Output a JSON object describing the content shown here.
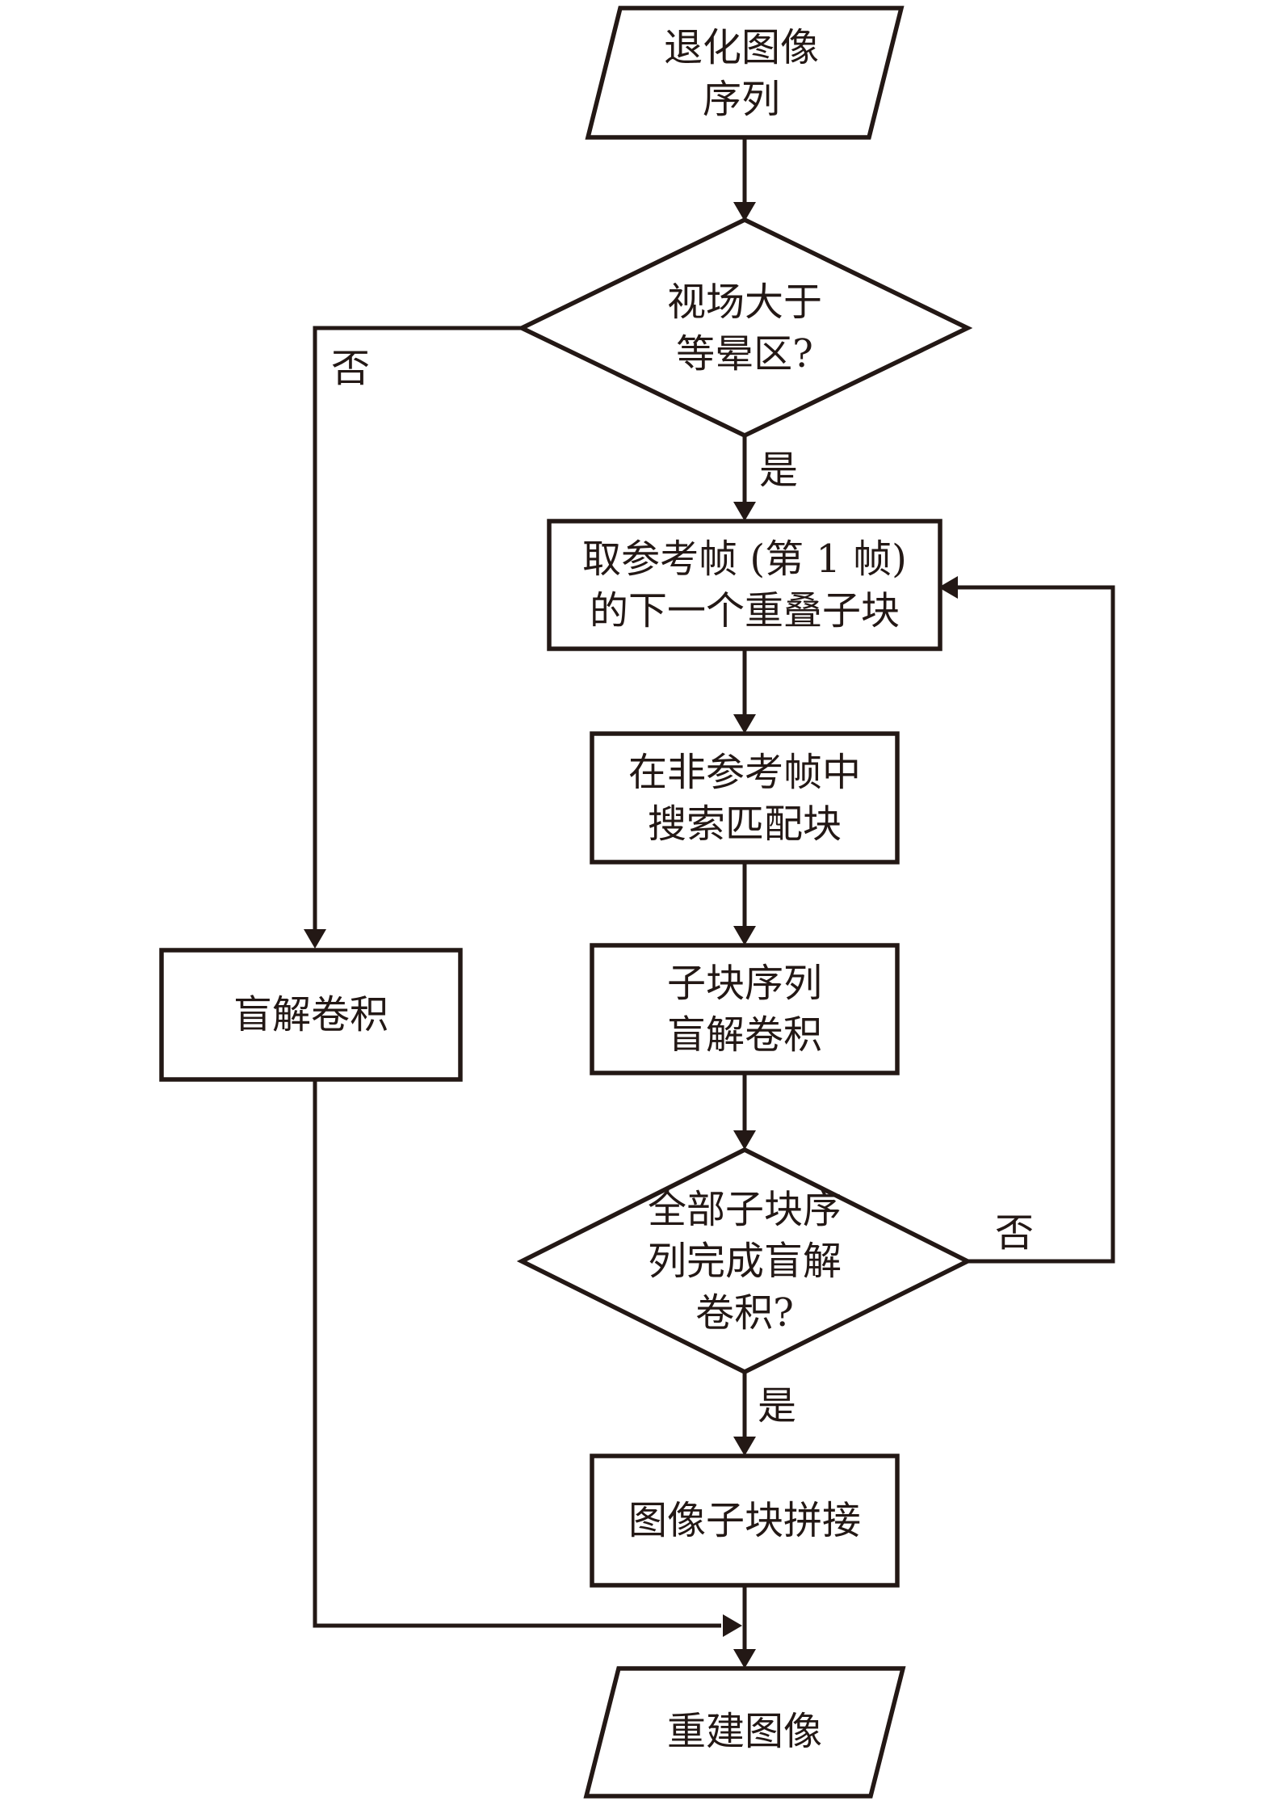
{
  "diagram": {
    "type": "flowchart",
    "colors": {
      "ink": "#231815",
      "background": "#ffffff"
    },
    "nodes": {
      "start": {
        "shape": "parallelogram",
        "text": "退化图像\n序列"
      },
      "decision_fov": {
        "shape": "diamond",
        "text": "视场大于\n等晕区?"
      },
      "take_subblock": {
        "shape": "rect",
        "text": "取参考帧 (第 1 帧)\n的下一个重叠子块"
      },
      "search_match": {
        "shape": "rect",
        "text": "在非参考帧中\n搜索匹配块"
      },
      "subblock_deconv": {
        "shape": "rect",
        "text": "子块序列\n盲解卷积"
      },
      "decision_done": {
        "shape": "diamond",
        "text": "全部子块序\n列完成盲解\n卷积?"
      },
      "stitch": {
        "shape": "rect",
        "text": "图像子块拼接"
      },
      "blind_deconv": {
        "shape": "rect",
        "text": "盲解卷积"
      },
      "end": {
        "shape": "parallelogram",
        "text": "重建图像"
      }
    },
    "edge_labels": {
      "no_fov": "否",
      "yes_fov": "是",
      "no_done": "否",
      "yes_done": "是"
    }
  }
}
